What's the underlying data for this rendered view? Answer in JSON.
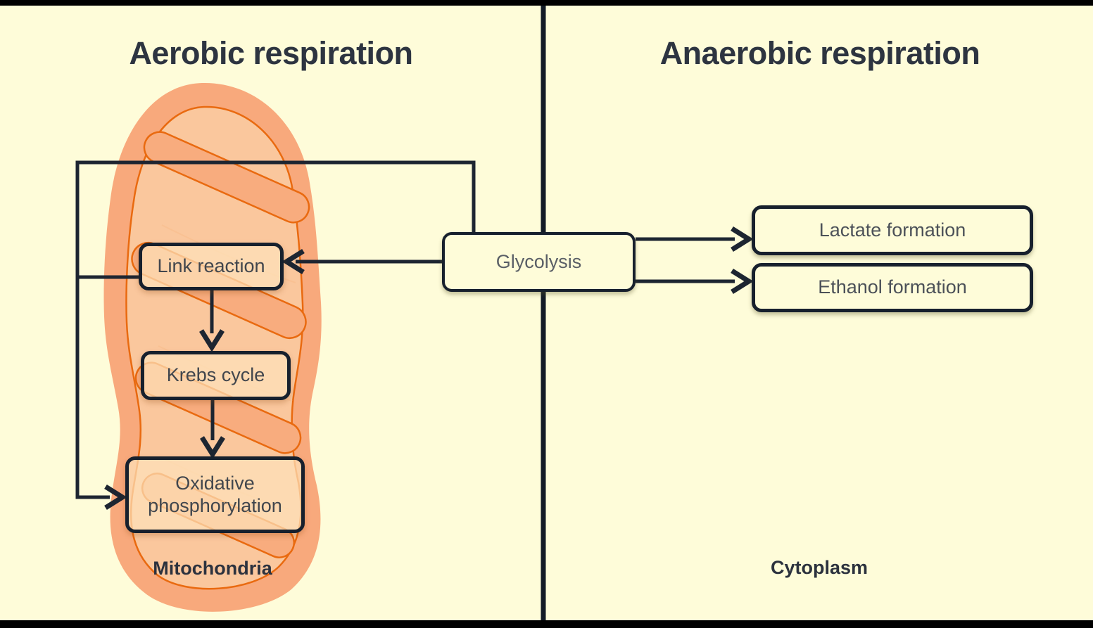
{
  "diagram": {
    "left_panel": {
      "title": "Aerobic respiration",
      "region_label": "Mitochondria"
    },
    "right_panel": {
      "title": "Anaerobic respiration",
      "region_label": "Cytoplasm"
    },
    "nodes": {
      "glycolysis": {
        "label": "Glycolysis"
      },
      "link_reaction": {
        "label": "Link reaction"
      },
      "krebs_cycle": {
        "label": "Krebs cycle"
      },
      "oxidative_phosphorylation": {
        "label": "Oxidative phosphorylation"
      },
      "lactate_formation": {
        "label": "Lactate formation"
      },
      "ethanol_formation": {
        "label": "Ethanol formation"
      }
    },
    "edges": [
      {
        "from": "glycolysis",
        "to": "link_reaction"
      },
      {
        "from": "glycolysis",
        "to": "oxidative_phosphorylation"
      },
      {
        "from": "link_reaction",
        "to": "oxidative_phosphorylation"
      },
      {
        "from": "link_reaction",
        "to": "krebs_cycle"
      },
      {
        "from": "krebs_cycle",
        "to": "oxidative_phosphorylation"
      },
      {
        "from": "glycolysis",
        "to": "lactate_formation"
      },
      {
        "from": "glycolysis",
        "to": "ethanol_formation"
      }
    ],
    "colors": {
      "background": "#fefcd9",
      "frame": "#000000",
      "divider": "#131b27",
      "connector_line": "#1d2531",
      "node_border": "#17202d",
      "orange_node_fill": "#fbd4a9",
      "mitochondria_outer": "#f8a97c",
      "mitochondria_inner": "#fac79d",
      "mitochondria_outline": "#e96a10",
      "title_text": "#2d3440",
      "node_text": "#4c5158"
    }
  }
}
